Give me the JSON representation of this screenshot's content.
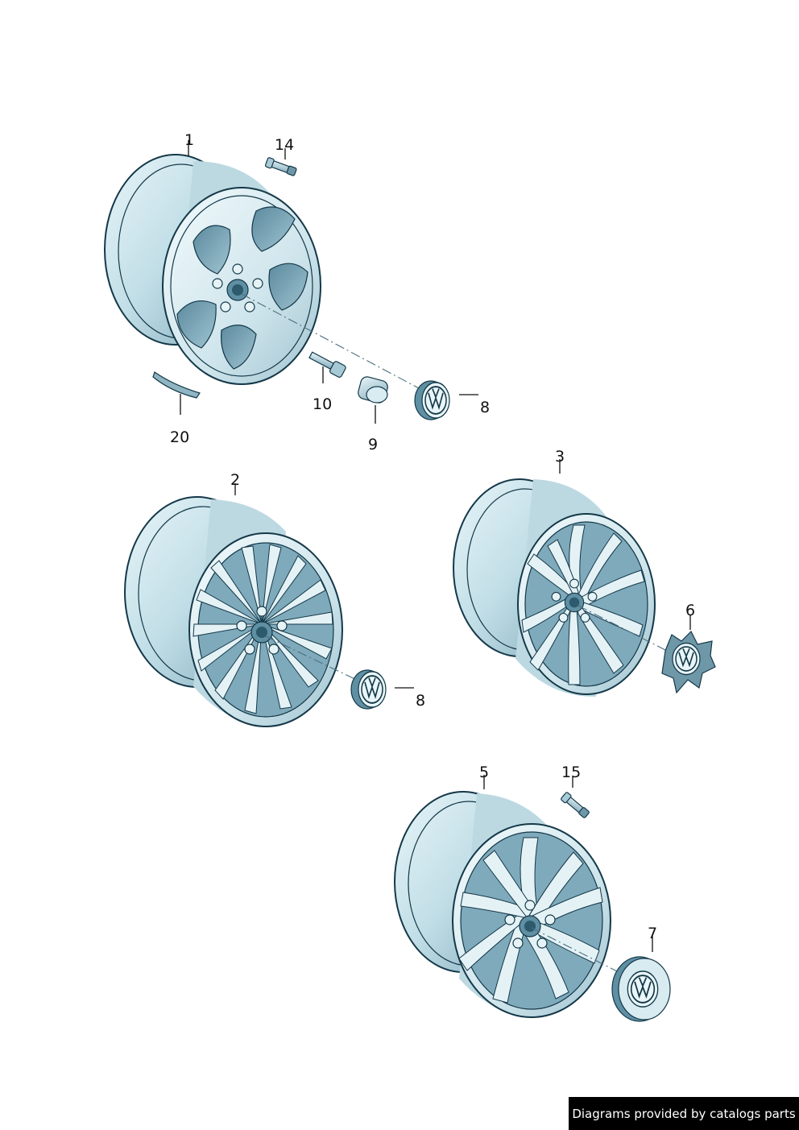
{
  "colors": {
    "rim_light": "#dceff3",
    "rim_mid": "#a7cbd7",
    "rim_dark": "#5f8fa3",
    "outline": "#143848",
    "credit_bg": "#000000",
    "credit_text": "#ffffff"
  },
  "callouts": {
    "c1": "1",
    "c14": "14",
    "c10": "10",
    "c8a": "8",
    "c9": "9",
    "c20": "20",
    "c2": "2",
    "c8b": "8",
    "c3": "3",
    "c6": "6",
    "c5": "5",
    "c15": "15",
    "c7": "7"
  },
  "credit": "Diagrams provided by catalogs parts"
}
